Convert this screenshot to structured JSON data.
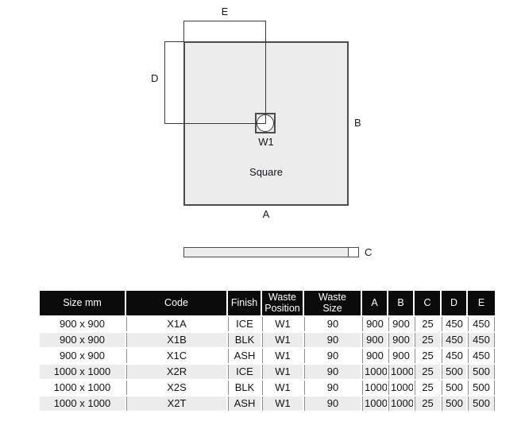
{
  "colors": {
    "tray_fill": "#ececec",
    "outline": "#4c4c4c",
    "line": "#3a3a3a",
    "label_text": "#15151f",
    "header_bg": "#0b0b0b",
    "alt_row_bg": "#ececec",
    "divider": "#8f8f8f"
  },
  "diagram": {
    "shape_name": "Square",
    "labels": {
      "e": "E",
      "d": "D",
      "b": "B",
      "a": "A",
      "c": "C",
      "waste": "W1"
    }
  },
  "table": {
    "columns": [
      "Size mm",
      "Code",
      "Finish",
      "Waste\nPosition",
      "Waste\nSize",
      "A",
      "B",
      "C",
      "D",
      "E"
    ],
    "rows": [
      [
        "900 x 900",
        "X1A",
        "ICE",
        "W1",
        "90",
        "900",
        "900",
        "25",
        "450",
        "450"
      ],
      [
        "900 x 900",
        "X1B",
        "BLK",
        "W1",
        "90",
        "900",
        "900",
        "25",
        "450",
        "450"
      ],
      [
        "900 x 900",
        "X1C",
        "ASH",
        "W1",
        "90",
        "900",
        "900",
        "25",
        "450",
        "450"
      ],
      [
        "1000 x 1000",
        "X2R",
        "ICE",
        "W1",
        "90",
        "1000",
        "1000",
        "25",
        "500",
        "500"
      ],
      [
        "1000 x 1000",
        "X2S",
        "BLK",
        "W1",
        "90",
        "1000",
        "1000",
        "25",
        "500",
        "500"
      ],
      [
        "1000 x 1000",
        "X2T",
        "ASH",
        "W1",
        "90",
        "1000",
        "1000",
        "25",
        "500",
        "500"
      ]
    ]
  }
}
